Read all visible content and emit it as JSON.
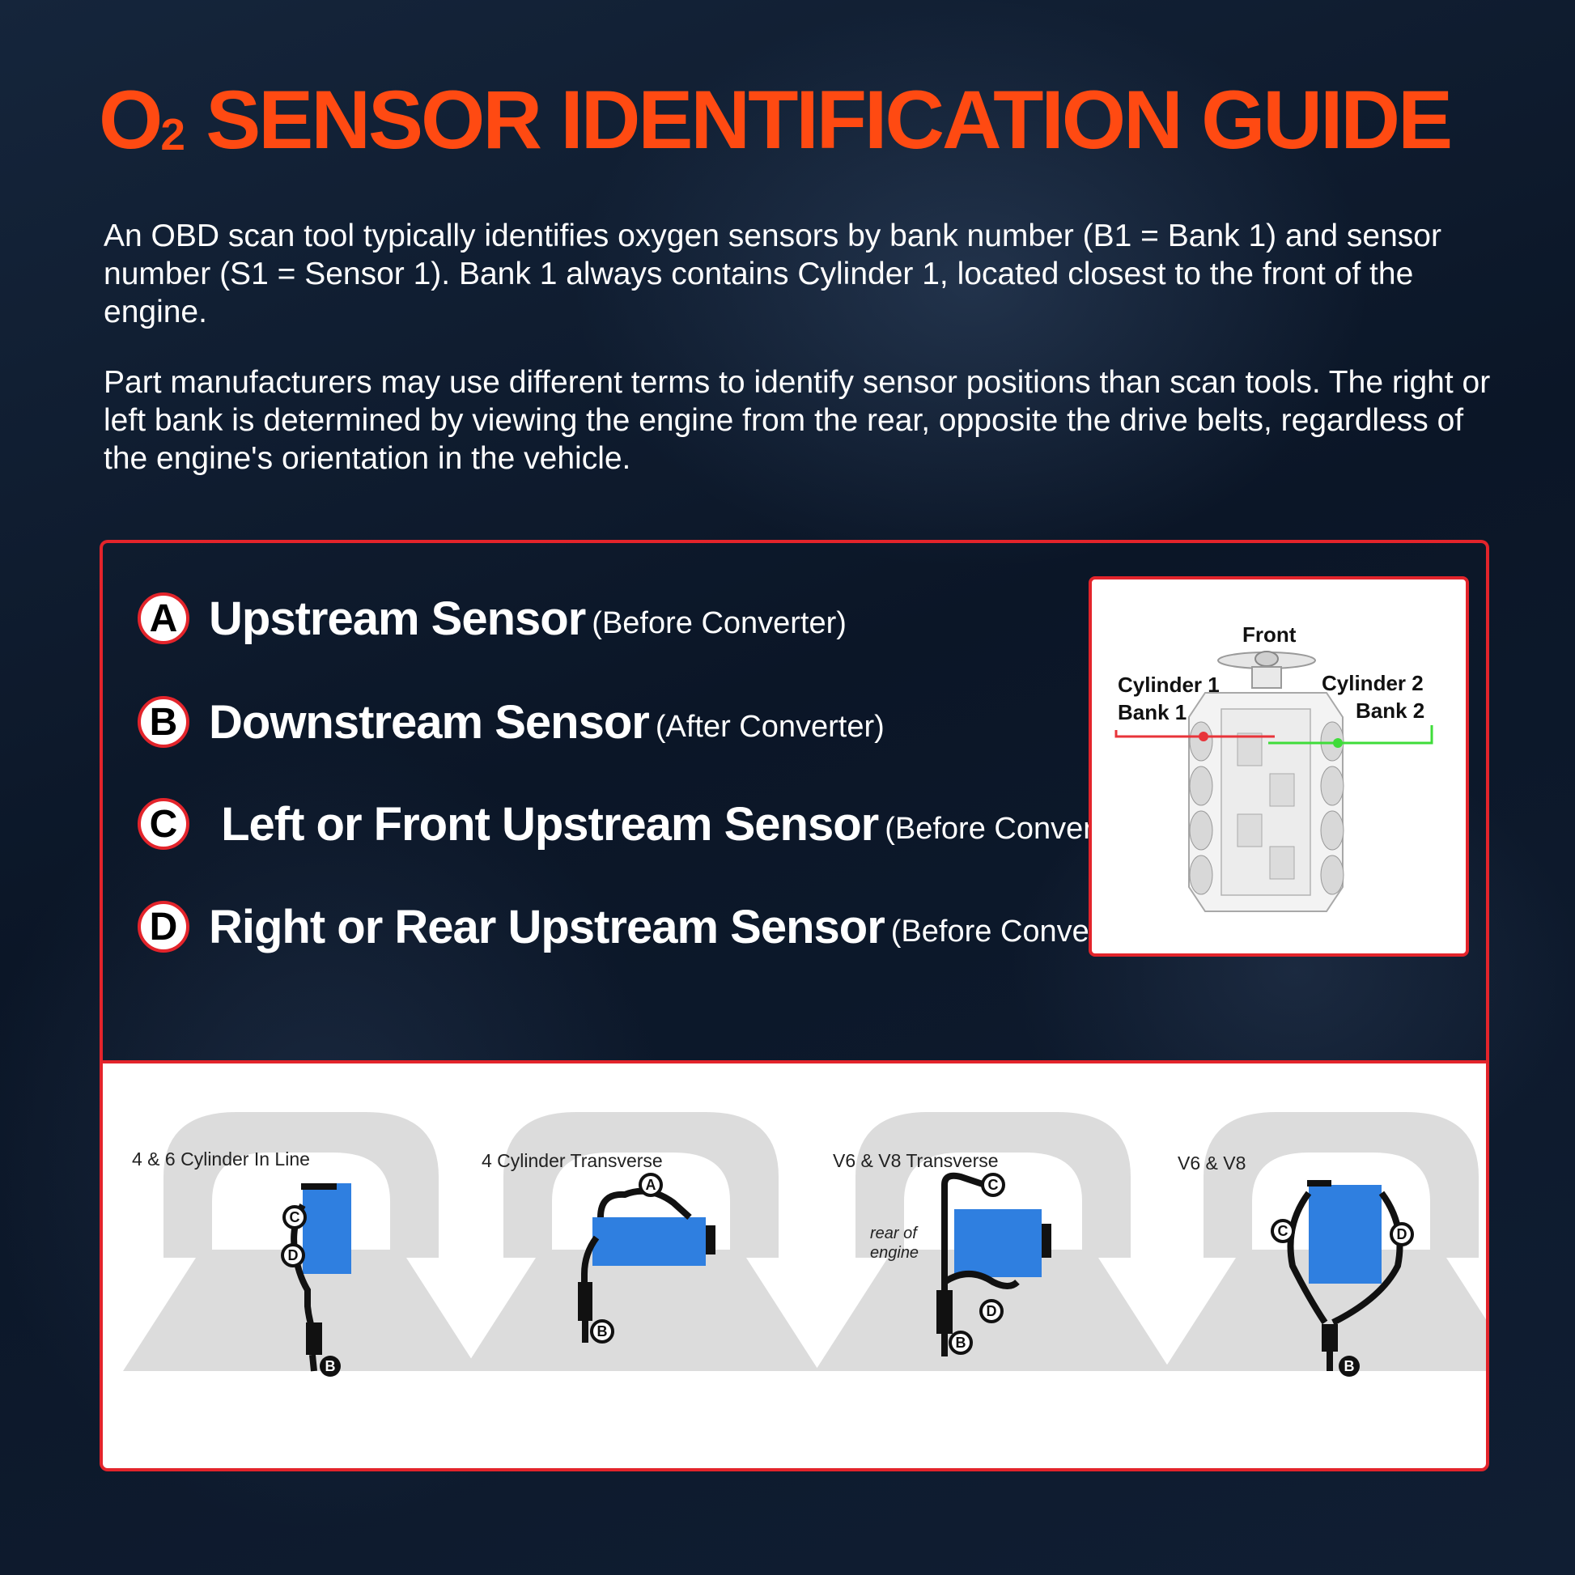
{
  "title": {
    "main": "O",
    "sub": "2",
    "rest": " SENSOR IDENTIFICATION GUIDE"
  },
  "paragraphs": [
    "An OBD scan tool typically identifies oxygen sensors by bank number (B1 = Bank 1) and sensor number (S1 = Sensor 1). Bank 1 always contains Cylinder 1, located closest to the front of the engine.",
    "Part manufacturers may use different terms to identify sensor positions than scan tools. The right or left bank is determined by viewing the engine from the rear, opposite the drive belts, regardless of the engine's orientation in the vehicle."
  ],
  "sensors": [
    {
      "letter": "A",
      "name": "Upstream Sensor",
      "note": "(Before Converter)"
    },
    {
      "letter": "B",
      "name": "Downstream Sensor",
      "note": "(After Converter)"
    },
    {
      "letter": "C",
      "name": " Left or Front Upstream Sensor",
      "note": "(Before Converter)"
    },
    {
      "letter": "D",
      "name": "Right or Rear Upstream Sensor",
      "note": "(Before Converter)"
    }
  ],
  "engine_diagram": {
    "front": "Front",
    "cyl1": "Cylinder 1",
    "bank1": "Bank 1",
    "cyl2": "Cylinder 2",
    "bank2": "Bank 2",
    "colors": {
      "bank1_line": "#e8343a",
      "bank2_line": "#3fdc3a"
    }
  },
  "layouts": [
    {
      "label": "4 & 6 Cylinder In Line"
    },
    {
      "label": "4 Cylinder Transverse"
    },
    {
      "label": "V6 & V8 Transverse",
      "note_line1": "rear of",
      "note_line2": "engine"
    },
    {
      "label": "V6 & V8"
    }
  ],
  "markers": {
    "a": "A",
    "b": "B",
    "c": "C",
    "d": "D"
  },
  "colors": {
    "accent": "#ff4a12",
    "border": "#e3242b",
    "engine_block": "#2f7fe0",
    "car_silhouette": "#dcdcdc"
  }
}
